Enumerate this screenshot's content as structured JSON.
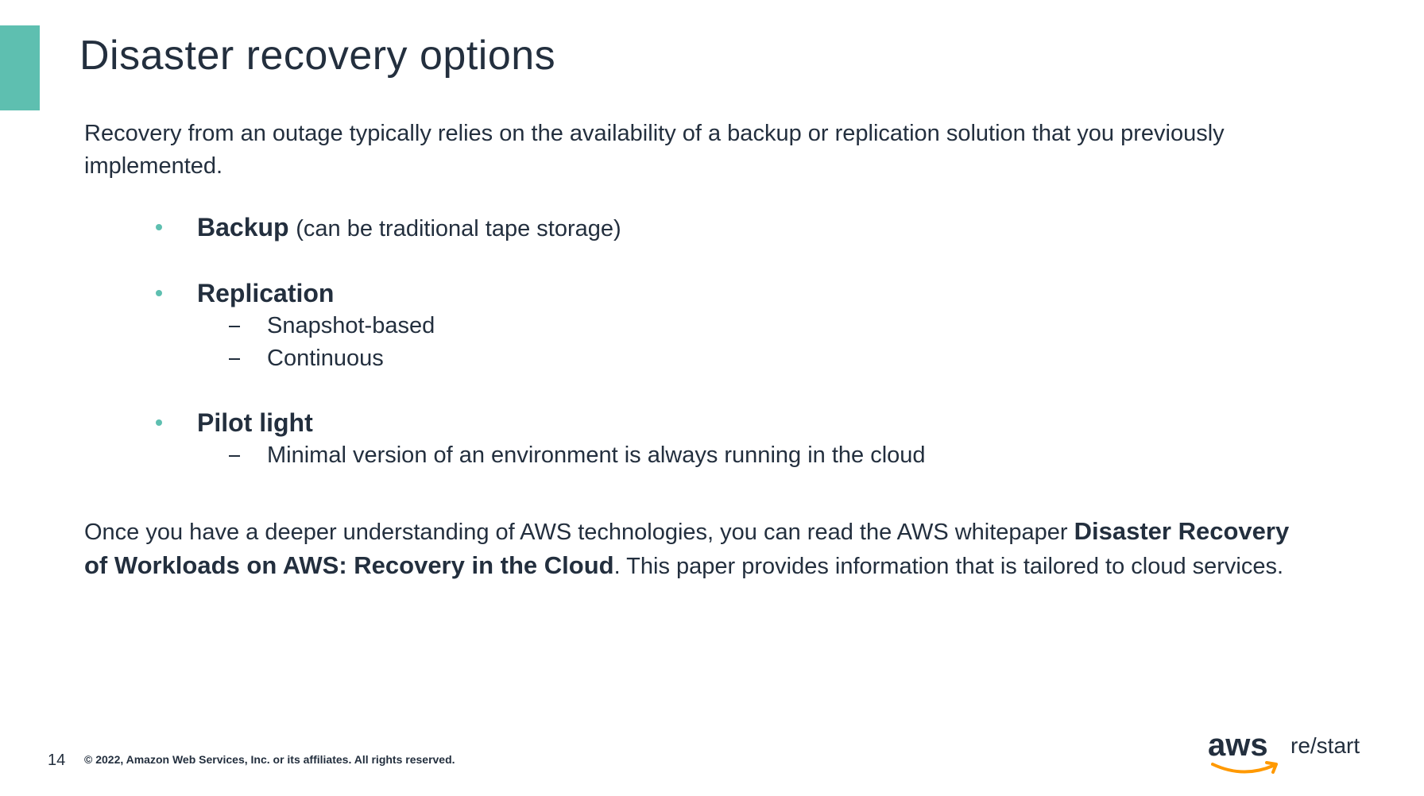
{
  "slide": {
    "title": "Disaster recovery options",
    "intro": "Recovery from an outage typically relies on the availability of a backup or replication solution that you previously implemented.",
    "bullets": [
      {
        "title": "Backup",
        "note": "(can be traditional tape storage)",
        "sub": []
      },
      {
        "title": "Replication",
        "note": "",
        "sub": [
          "Snapshot-based",
          "Continuous"
        ]
      },
      {
        "title": "Pilot light",
        "note": "",
        "sub": [
          "Minimal version of an environment is always running in the cloud"
        ]
      }
    ],
    "closing": {
      "before": "Once you have a deeper understanding of AWS technologies, you can read the AWS whitepaper ",
      "bold": "Disaster Recovery of Workloads on AWS: Recovery in the Cloud",
      "after": ". This paper provides information that is tailored to cloud services."
    }
  },
  "footer": {
    "page_number": "14",
    "copyright": "© 2022, Amazon Web Services, Inc. or its affiliates. All rights reserved."
  },
  "logo": {
    "brand": "aws",
    "product": "re/start"
  },
  "colors": {
    "accent": "#5ebfb0",
    "text": "#232f3e",
    "aws_orange": "#ff9900"
  }
}
